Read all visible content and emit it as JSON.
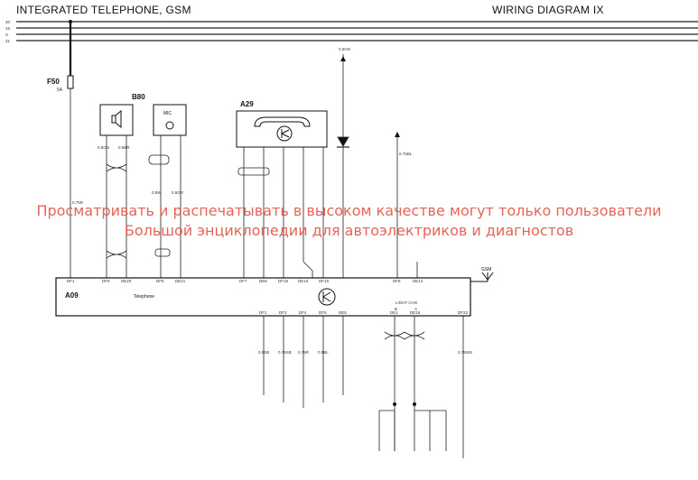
{
  "header": {
    "title": "INTEGRATED TELEPHONE, GSM",
    "diagram_id": "WIRING DIAGRAM IX"
  },
  "rails": [
    "30",
    "15",
    "X",
    "31"
  ],
  "components": {
    "fuse": {
      "name": "F50",
      "rating": "5A"
    },
    "speaker_module": {
      "name": "B80"
    },
    "mic": {
      "label": "MIC"
    },
    "handset": {
      "name": "A29"
    },
    "control_unit": {
      "name": "A09",
      "label": "Telephone"
    },
    "antenna": {
      "label": "GSM"
    }
  },
  "connector": {
    "label": "LIGHT CAN",
    "pins": [
      "B",
      "A"
    ]
  },
  "pins_top": [
    "DF1",
    "DF8",
    "DE20",
    "DF6",
    "DE21",
    "DF7",
    "DE6",
    "DF19",
    "DE10",
    "DF18",
    "DF8",
    "DE14"
  ],
  "pins_bottom": [
    "DF1",
    "DF2",
    "DF4",
    "DF5",
    "DE5",
    "DE1",
    "DE16",
    "DF22"
  ],
  "wire_labels": [
    "0.75R",
    "0.5GN",
    "0.5BR",
    "0.5W",
    "0.5GR",
    "0.5GN",
    "0.75BL",
    "0.5SB",
    "0.75SB",
    "0.75R",
    "0.5BL",
    "0.75WS"
  ],
  "watermark": {
    "line1": "Просматривать и распечатывать в высоком качестве могут только пользователи",
    "line2": "Большой энциклопедии для автоэлектриков и диагностов"
  }
}
